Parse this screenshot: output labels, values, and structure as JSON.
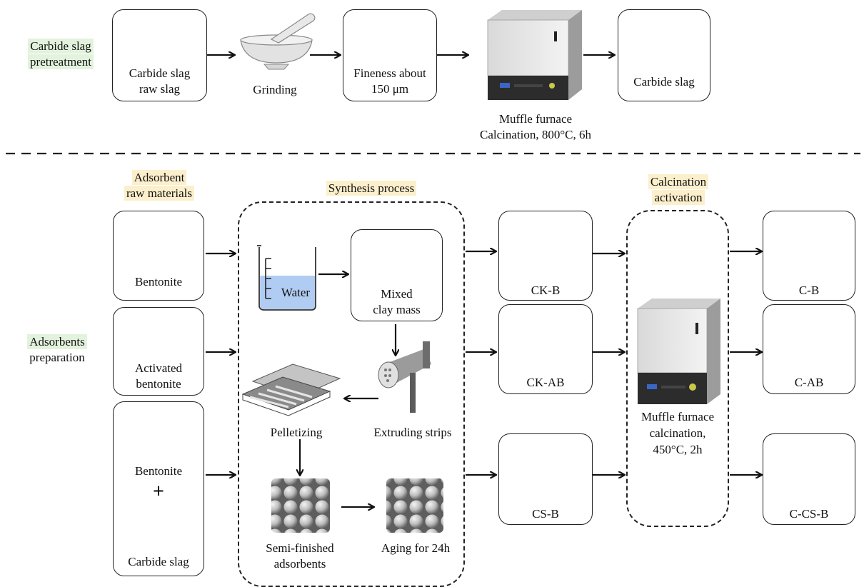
{
  "section1": {
    "label_l1": "Carbide slag",
    "label_l2": "pretreatment",
    "raw_l1": "Carbide slag",
    "raw_l2": "raw slag",
    "grinding": "Grinding",
    "fineness_l1": "Fineness about",
    "fineness_l2": "150 μm",
    "furnace_l1": "Muffle furnace",
    "furnace_l2": "Calcination, 800°C, 6h",
    "product": "Carbide slag"
  },
  "section2": {
    "label_l1": "Adsorbents",
    "label_l2": "preparation",
    "raw_head_l1": "Adsorbent",
    "raw_head_l2": "raw materials",
    "bentonite": "Bentonite",
    "activated_l1": "Activated",
    "activated_l2": "bentonite",
    "bentonite2": "Bentonite",
    "plus": "+",
    "carbide": "Carbide slag",
    "synthesis_head": "Synthesis process",
    "water": "Water",
    "mixed_l1": "Mixed",
    "mixed_l2": "clay mass",
    "extruding": "Extruding strips",
    "pelletizing": "Pelletizing",
    "semi_l1": "Semi-finished",
    "semi_l2": "adsorbents",
    "aging": "Aging for 24h",
    "ckb": "CK-B",
    "ckab": "CK-AB",
    "csb": "CS-B",
    "calc_head_l1": "Calcination",
    "calc_head_l2": "activation",
    "furnace_l1": "Muffle furnace",
    "furnace_l2": "calcination,",
    "furnace_l3": "450°C, 2h",
    "cb": "C-B",
    "cab": "C-AB",
    "ccsb": "C-CS-B"
  }
}
